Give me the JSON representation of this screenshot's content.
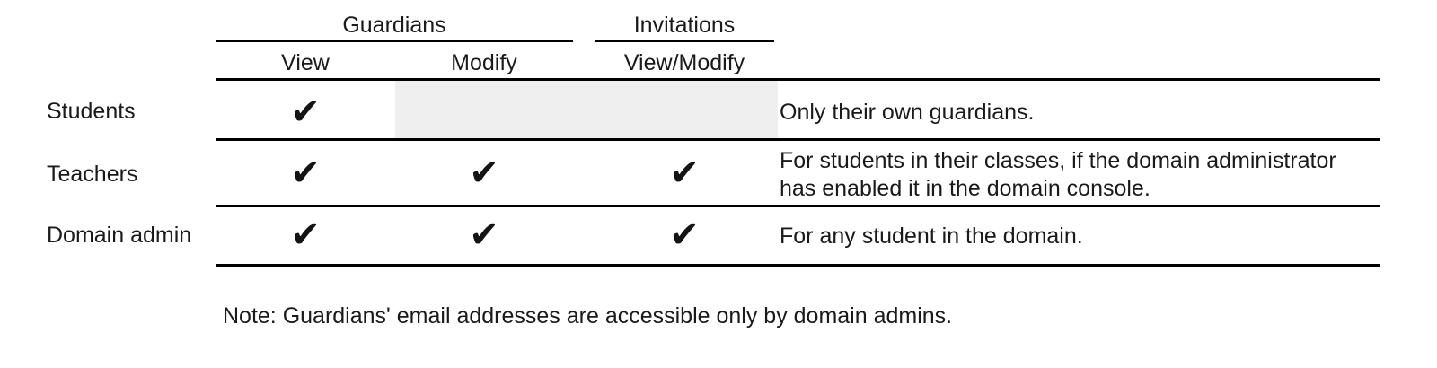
{
  "table": {
    "column_groups": [
      {
        "id": "guardians",
        "label": "Guardians"
      },
      {
        "id": "invitations",
        "label": "Invitations"
      }
    ],
    "columns": [
      {
        "id": "row_label",
        "label": ""
      },
      {
        "id": "view",
        "label": "View",
        "group": "guardians"
      },
      {
        "id": "modify",
        "label": "Modify",
        "group": "guardians"
      },
      {
        "id": "viewmodify",
        "label": "View/Modify",
        "group": "invitations"
      },
      {
        "id": "notes",
        "label": ""
      }
    ],
    "check_mark": "✔",
    "rows": [
      {
        "label": "Students",
        "view": "✔",
        "modify": "",
        "modify_state": "not-available",
        "viewmodify": "",
        "viewmodify_state": "not-available",
        "notes": "Only their own guardians."
      },
      {
        "label": "Teachers",
        "view": "✔",
        "modify": "✔",
        "modify_state": "allowed",
        "viewmodify": "✔",
        "viewmodify_state": "allowed",
        "notes": "For students in their classes, if the domain administrator has enabled it in the domain console."
      },
      {
        "label": "Domain admin",
        "view": "✔",
        "modify": "✔",
        "modify_state": "allowed",
        "viewmodify": "✔",
        "viewmodify_state": "allowed",
        "notes": "For any student in the domain."
      }
    ]
  },
  "footnote": {
    "text": "Note: Guardians' email addresses are accessible only by domain admins."
  },
  "colors": {
    "text": "#1a1a1a",
    "rule": "#000000",
    "shaded_cell": "#efefef",
    "background": "#ffffff"
  }
}
